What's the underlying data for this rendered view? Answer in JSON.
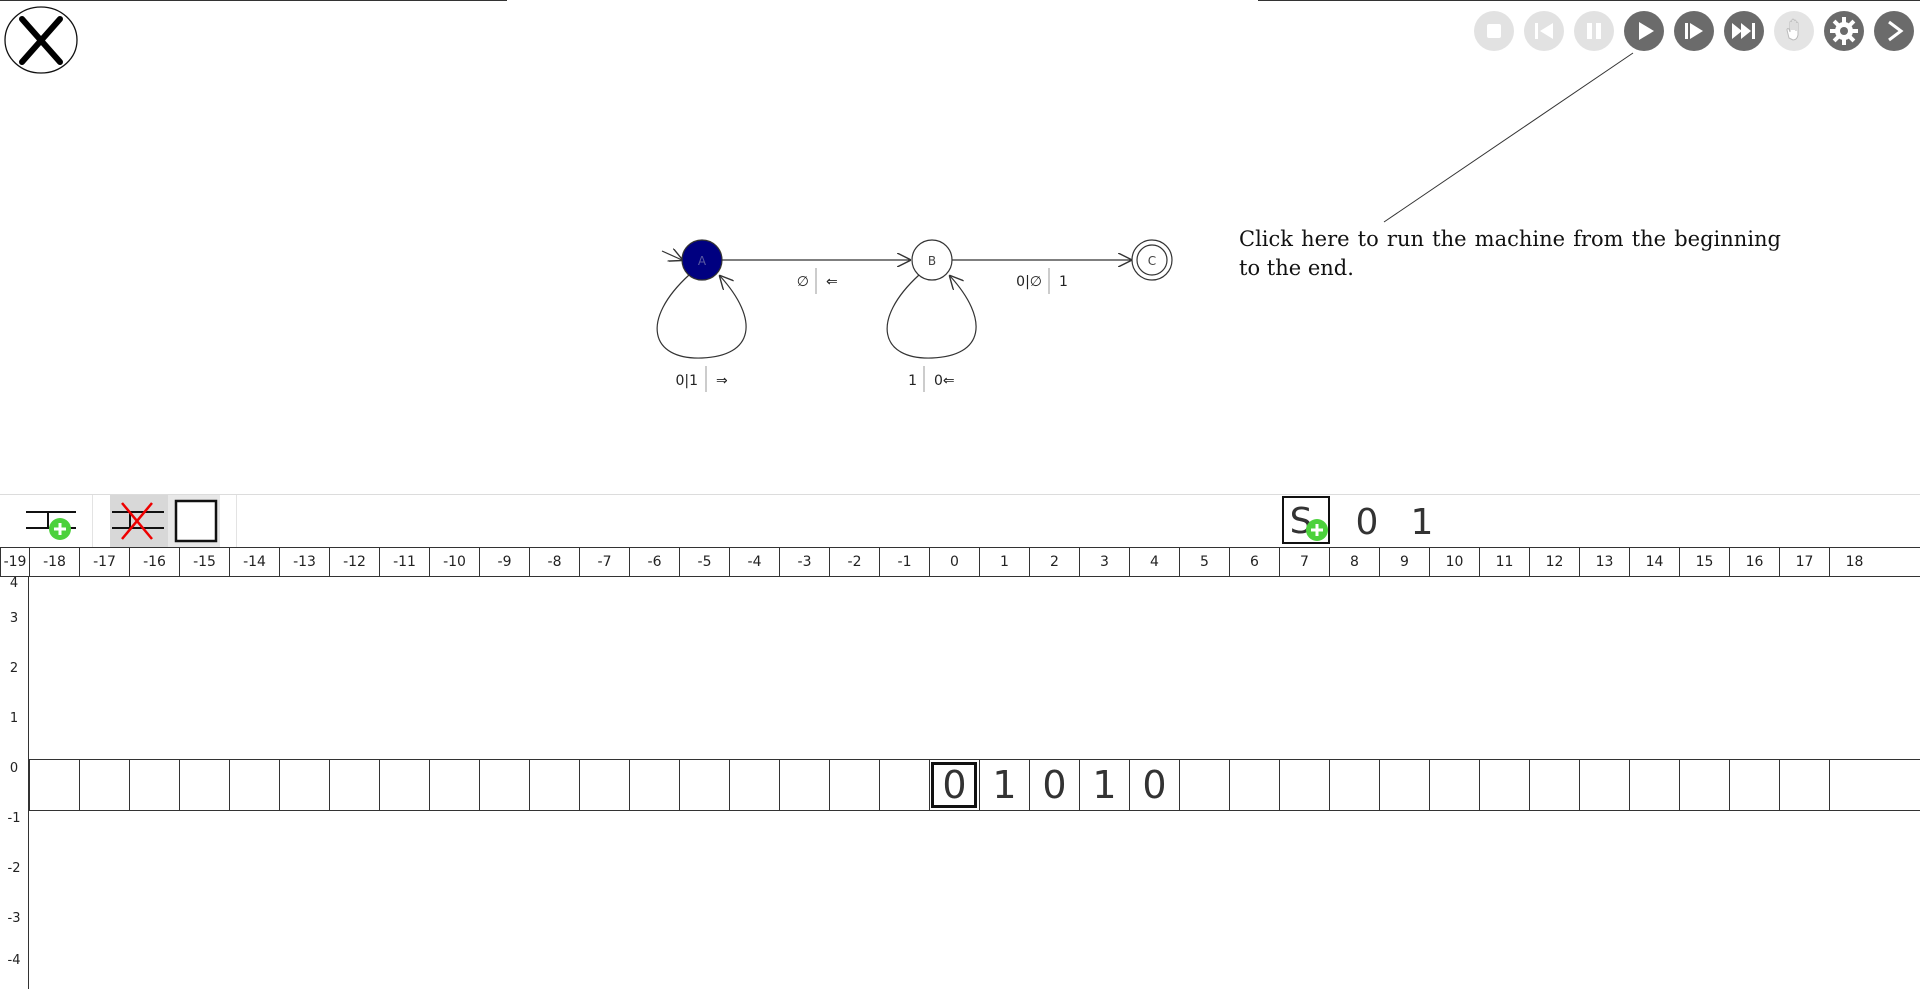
{
  "window": {
    "close_icon": "close-x-icon"
  },
  "controls": [
    {
      "name": "stop-button",
      "icon": "stop-icon",
      "state": "disabled"
    },
    {
      "name": "step-back-button",
      "icon": "step-back-icon",
      "state": "disabled"
    },
    {
      "name": "pause-button",
      "icon": "pause-icon",
      "state": "disabled"
    },
    {
      "name": "run-button",
      "icon": "play-icon",
      "state": "enabled"
    },
    {
      "name": "step-forward-button",
      "icon": "step-forward-icon",
      "state": "enabled"
    },
    {
      "name": "fast-forward-button",
      "icon": "fast-forward-icon",
      "state": "enabled"
    },
    {
      "name": "grab-button",
      "icon": "hand-icon",
      "state": "light"
    },
    {
      "name": "settings-button",
      "icon": "gear-icon",
      "state": "enabled"
    },
    {
      "name": "next-button",
      "icon": "chevron-right-icon",
      "state": "enabled"
    }
  ],
  "machine": {
    "states": [
      {
        "id": "A",
        "label": "A",
        "initial": true,
        "final": false,
        "current": true
      },
      {
        "id": "B",
        "label": "B",
        "initial": false,
        "final": false,
        "current": false
      },
      {
        "id": "C",
        "label": "C",
        "initial": false,
        "final": true,
        "current": false
      }
    ],
    "transitions": [
      {
        "from": "A",
        "to": "A",
        "read": "0|1",
        "move": "⇒"
      },
      {
        "from": "A",
        "to": "B",
        "read": "∅",
        "move": "⇐"
      },
      {
        "from": "B",
        "to": "B",
        "read": "1",
        "move": "0⇐"
      },
      {
        "from": "B",
        "to": "C",
        "read": "0|∅",
        "move": "1"
      }
    ],
    "colors": {
      "current_state": "#000080",
      "stroke": "#333333"
    }
  },
  "hint": {
    "text": "Click here to run the machine from the beginning to the end."
  },
  "toolbar": {
    "add_tape_icon": "add-tape-icon",
    "remove_tape_icon": "remove-tape-icon",
    "blank_symbol_icon": "blank-square-icon",
    "add_symbol_icon": "add-symbol-icon",
    "add_symbol_letter": "S",
    "alphabet": [
      "0",
      "1"
    ]
  },
  "tape": {
    "columns": [
      "-19",
      "-18",
      "-17",
      "-16",
      "-15",
      "-14",
      "-13",
      "-12",
      "-11",
      "-10",
      "-9",
      "-8",
      "-7",
      "-6",
      "-5",
      "-4",
      "-3",
      "-2",
      "-1",
      "0",
      "1",
      "2",
      "3",
      "4",
      "5",
      "6",
      "7",
      "8",
      "9",
      "10",
      "11",
      "12",
      "13",
      "14",
      "15",
      "16",
      "17",
      "18"
    ],
    "rows": [
      "4",
      "3",
      "2",
      "1",
      "0",
      "-1",
      "-2",
      "-3",
      "-4"
    ],
    "contents": {
      "0": "0",
      "1": "1",
      "2": "0",
      "3": "1",
      "4": "0"
    },
    "head_position": "0"
  }
}
